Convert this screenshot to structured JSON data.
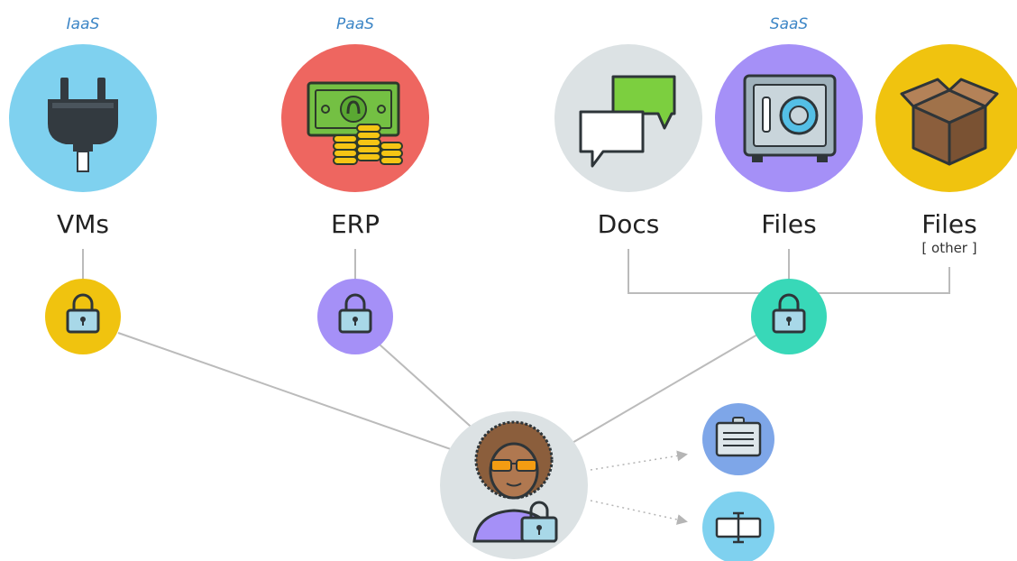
{
  "categories": {
    "iaas": "IaaS",
    "paas": "PaaS",
    "saas": "SaaS"
  },
  "services": {
    "vms": {
      "label": "VMs",
      "icon": "power-plug-icon",
      "color": "#7fd1ef"
    },
    "erp": {
      "label": "ERP",
      "icon": "money-coins-icon",
      "color": "#ee6660"
    },
    "docs": {
      "label": "Docs",
      "icon": "chat-bubbles-icon",
      "color": "#dce2e4"
    },
    "files": {
      "label": "Files",
      "icon": "safe-icon",
      "color": "#a590f7"
    },
    "files_other": {
      "label": "Files",
      "sublabel": "[ other ]",
      "icon": "box-icon",
      "color": "#f0c30f"
    }
  },
  "locks": {
    "vms": {
      "icon": "lock-icon",
      "color": "#f0c30f"
    },
    "erp": {
      "icon": "lock-icon",
      "color": "#a590f7"
    },
    "saas": {
      "icon": "lock-icon",
      "color": "#38d8b8"
    }
  },
  "user": {
    "icon": "user-avatar-locked-icon",
    "color": "#dce2e4"
  },
  "targets": [
    {
      "icon": "id-badge-icon",
      "color": "#7ea6e8"
    },
    {
      "icon": "text-cursor-icon",
      "color": "#7fd1ef"
    }
  ],
  "line_color": "#bbbbbb"
}
